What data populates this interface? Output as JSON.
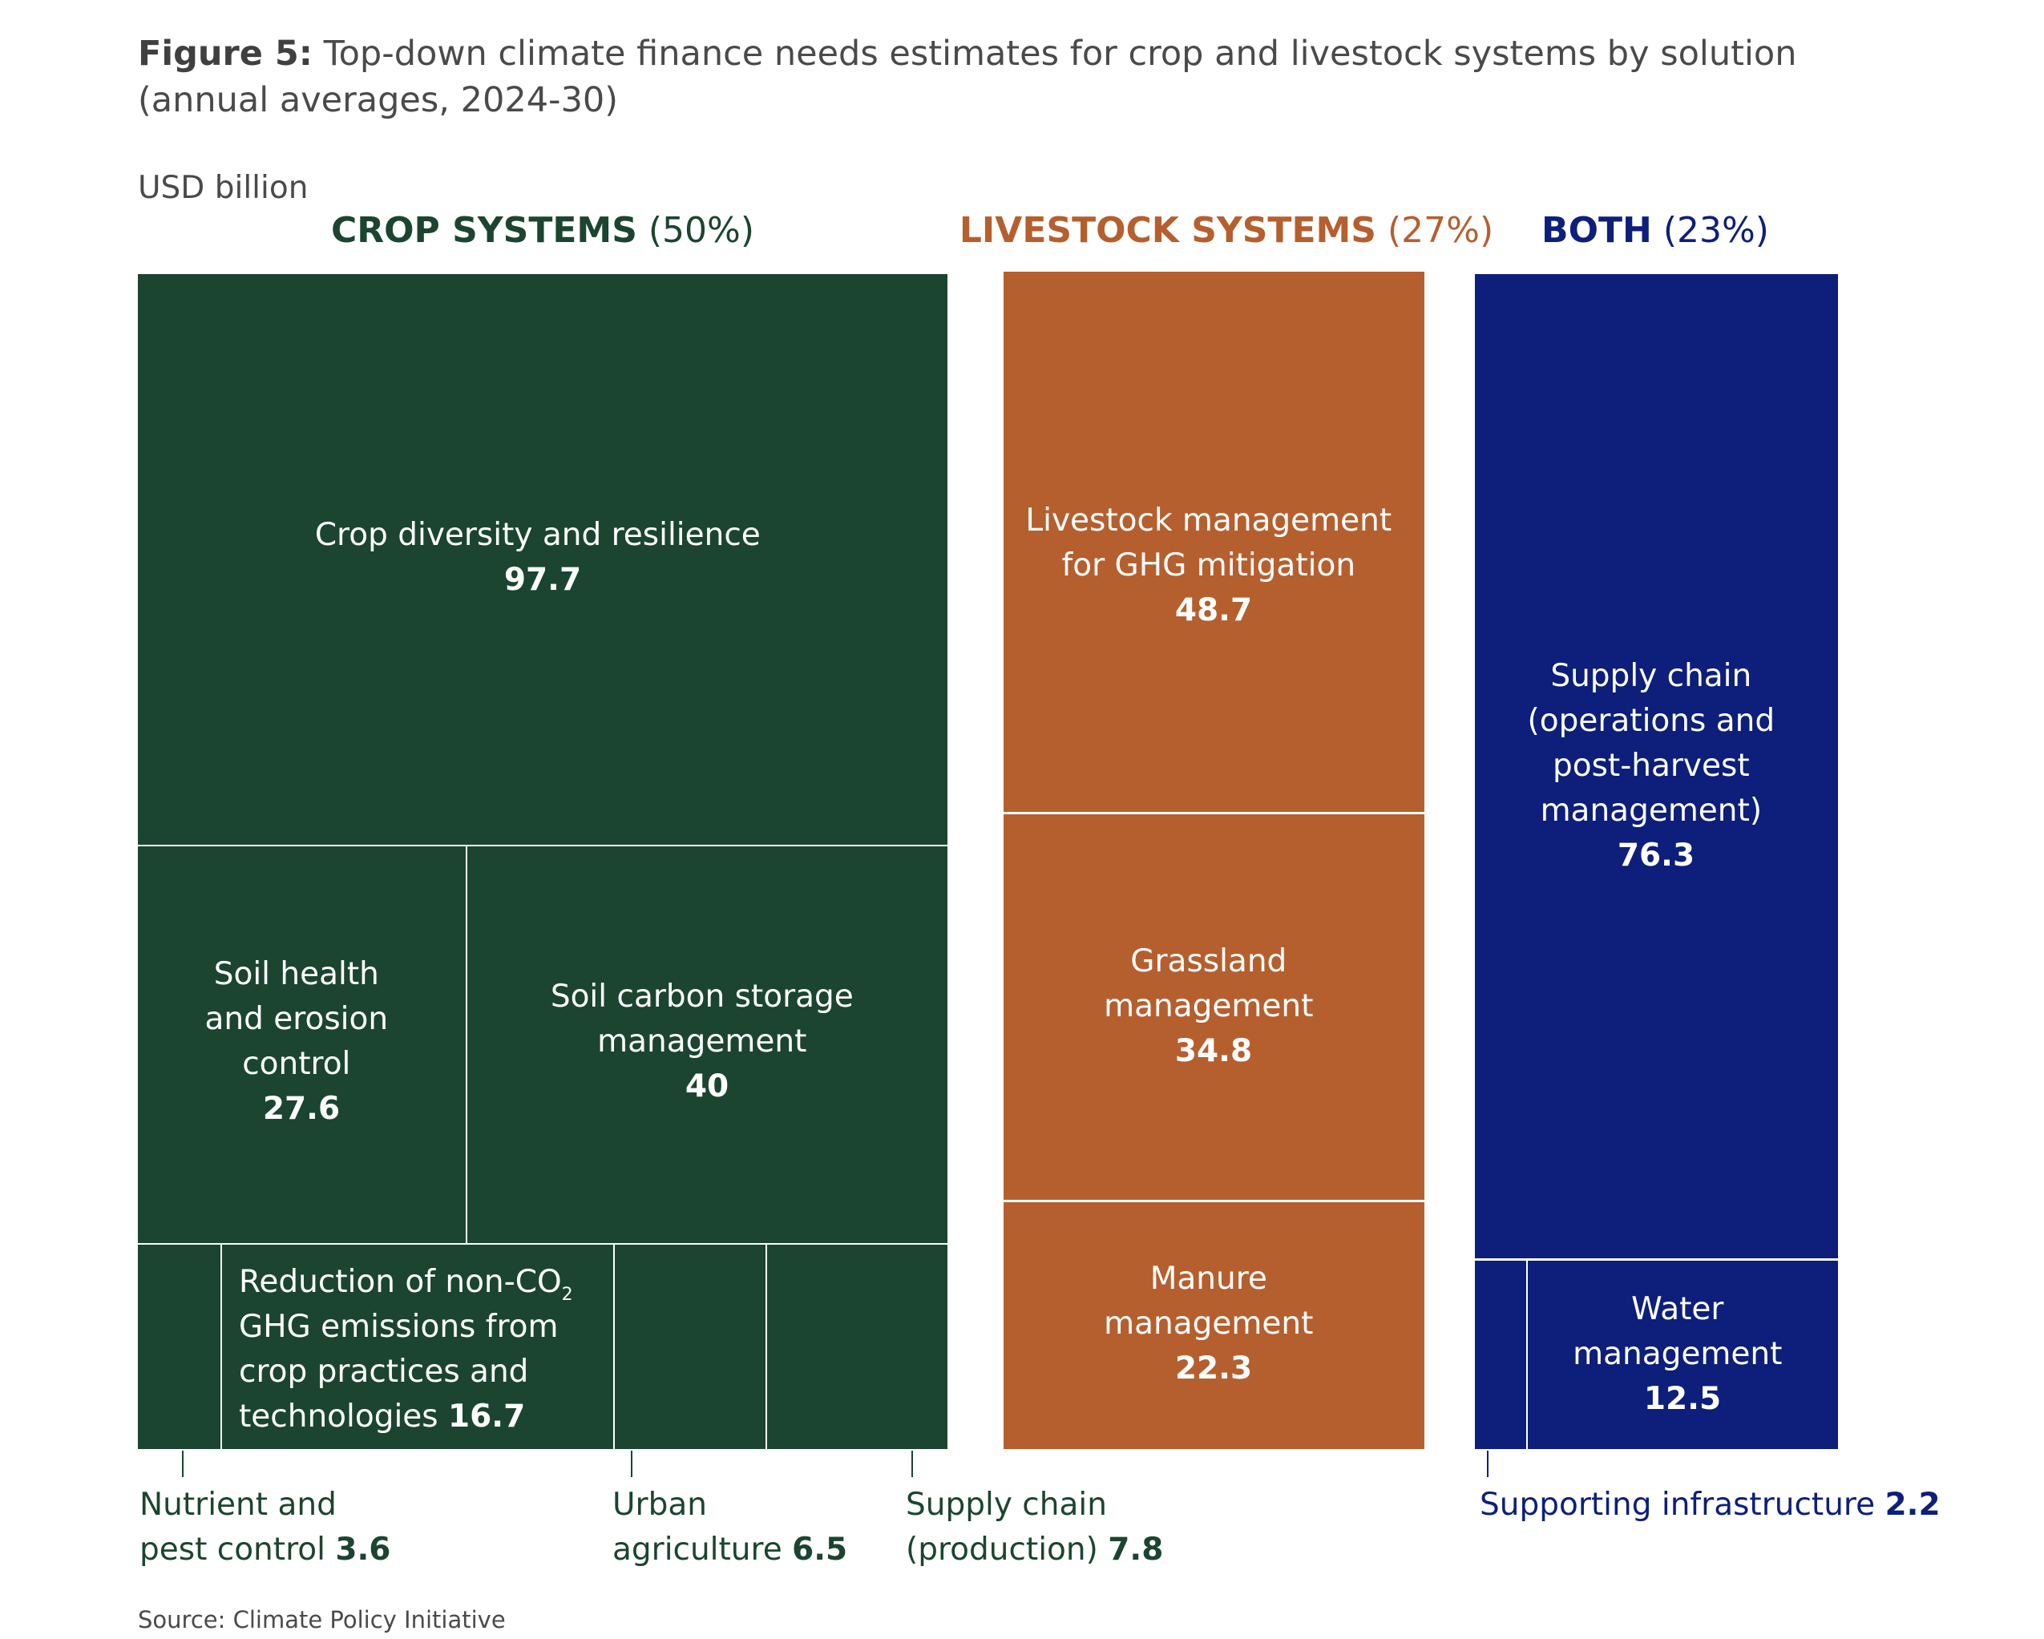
{
  "figure": {
    "number_label": "Figure 5:",
    "title_text": " Top-down climate finance needs estimates for crop and livestock systems by solution (annual averages, 2024-30)",
    "unit": "USD billion",
    "source": "Source: Climate Policy Initiative"
  },
  "groups": {
    "crop": {
      "name": "CROP SYSTEMS",
      "share": "(50%)",
      "color": "#1b4530"
    },
    "livestock": {
      "name": "LIVESTOCK SYSTEMS",
      "share": "(27%)",
      "color": "#b65f2e"
    },
    "both": {
      "name": "BOTH",
      "share": "(23%)",
      "color": "#0d1f7b"
    }
  },
  "colors": {
    "crop_text": "#1b4530",
    "livestock_text": "#b65f2e",
    "both_text": "#0d1f7b",
    "divider": "#ffffff"
  },
  "labels": {
    "crop_diversity": {
      "lines": [
        "Crop diversity and resilience"
      ],
      "value": "97.7"
    },
    "soil_health": {
      "lines": [
        "Soil health",
        "and erosion",
        "control"
      ],
      "value": "27.6"
    },
    "soil_carbon": {
      "lines": [
        "Soil carbon storage",
        "management"
      ],
      "value": "40"
    },
    "reduction": {
      "lines": [
        "Reduction of non-CO",
        "GHG emissions from",
        "crop practices and",
        "technologies"
      ],
      "subscript": "2",
      "value": "16.7"
    },
    "livestock_mgmt": {
      "lines": [
        "Livestock management",
        "for GHG mitigation"
      ],
      "value": "48.7"
    },
    "grassland": {
      "lines": [
        "Grassland",
        "management"
      ],
      "value": "34.8"
    },
    "manure": {
      "lines": [
        "Manure",
        "management"
      ],
      "value": "22.3"
    },
    "supply_chain_ops": {
      "lines": [
        "Supply chain",
        "(operations and",
        "post-harvest",
        "management)"
      ],
      "value": "76.3"
    },
    "water": {
      "lines": [
        "Water",
        "management"
      ],
      "value": "12.5"
    }
  },
  "external_labels": {
    "nutrient": {
      "line1": "Nutrient and",
      "line2": "pest control",
      "value": "3.6"
    },
    "urban": {
      "line1": "Urban",
      "line2": "agriculture",
      "value": "6.5"
    },
    "supply_prod": {
      "line1": "Supply chain",
      "line2": "(production)",
      "value": "7.8"
    },
    "infrastructure": {
      "line1": "Supporting infrastructure",
      "value": "2.2"
    }
  },
  "chart_data": {
    "type": "treemap",
    "unit": "USD billion",
    "groups": [
      {
        "name": "CROP SYSTEMS",
        "share_pct": 50,
        "items": [
          {
            "name": "Crop diversity and resilience",
            "value": 97.7
          },
          {
            "name": "Soil health and erosion control",
            "value": 27.6
          },
          {
            "name": "Soil carbon storage management",
            "value": 40
          },
          {
            "name": "Nutrient and pest control",
            "value": 3.6
          },
          {
            "name": "Reduction of non-CO2 GHG emissions from crop practices and technologies",
            "value": 16.7
          },
          {
            "name": "Urban agriculture",
            "value": 6.5
          },
          {
            "name": "Supply chain (production)",
            "value": 7.8
          }
        ]
      },
      {
        "name": "LIVESTOCK SYSTEMS",
        "share_pct": 27,
        "items": [
          {
            "name": "Livestock management for GHG mitigation",
            "value": 48.7
          },
          {
            "name": "Grassland management",
            "value": 34.8
          },
          {
            "name": "Manure management",
            "value": 22.3
          }
        ]
      },
      {
        "name": "BOTH",
        "share_pct": 23,
        "items": [
          {
            "name": "Supply chain (operations and post-harvest management)",
            "value": 76.3
          },
          {
            "name": "Supporting infrastructure",
            "value": 2.2
          },
          {
            "name": "Water management",
            "value": 12.5
          }
        ]
      }
    ]
  }
}
